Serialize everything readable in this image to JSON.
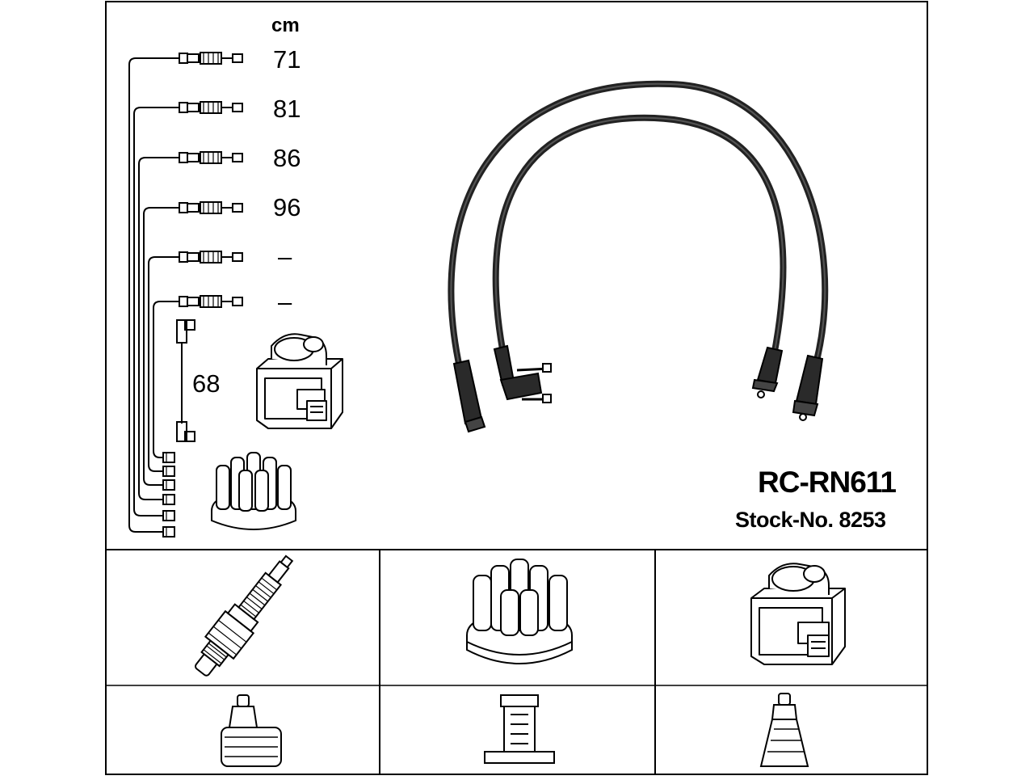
{
  "unit_label": "cm",
  "wire_lengths": [
    "71",
    "81",
    "86",
    "96",
    "–",
    "–"
  ],
  "coil_wire_length": "68",
  "product": {
    "code": "RC-RN611",
    "stock_number": "Stock-No. 8253"
  },
  "icons": {
    "spark_plug": "spark-plug-icon",
    "distributor_cap": "distributor-cap-icon",
    "ignition_coil": "ignition-coil-icon",
    "plug_terminal": "plug-terminal-icon",
    "cap_terminal": "distributor-terminal-icon",
    "coil_terminal": "coil-terminal-icon"
  },
  "colors": {
    "line": "#000000",
    "background": "#ffffff",
    "cable": "#222222"
  }
}
